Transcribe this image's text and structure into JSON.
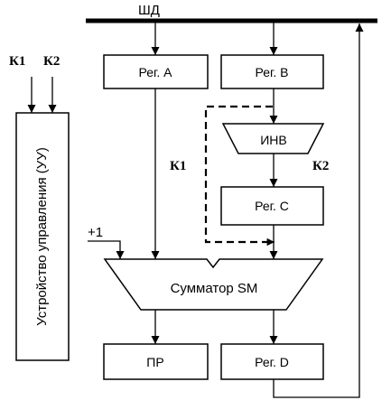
{
  "bus": {
    "label": "ШД"
  },
  "signals": {
    "k1": "К1",
    "k2": "К2",
    "plus_one": "+1"
  },
  "blocks": {
    "control_unit": "Устройство управления (УУ)",
    "reg_a": "Рег. А",
    "reg_b": "Рег. В",
    "inverter": "ИНВ",
    "reg_c": "Рег. С",
    "adder": "Сумматор SM",
    "pr": "ПР",
    "reg_d": "Рег. D"
  },
  "colors": {
    "line": "#000000",
    "background": "#ffffff"
  }
}
